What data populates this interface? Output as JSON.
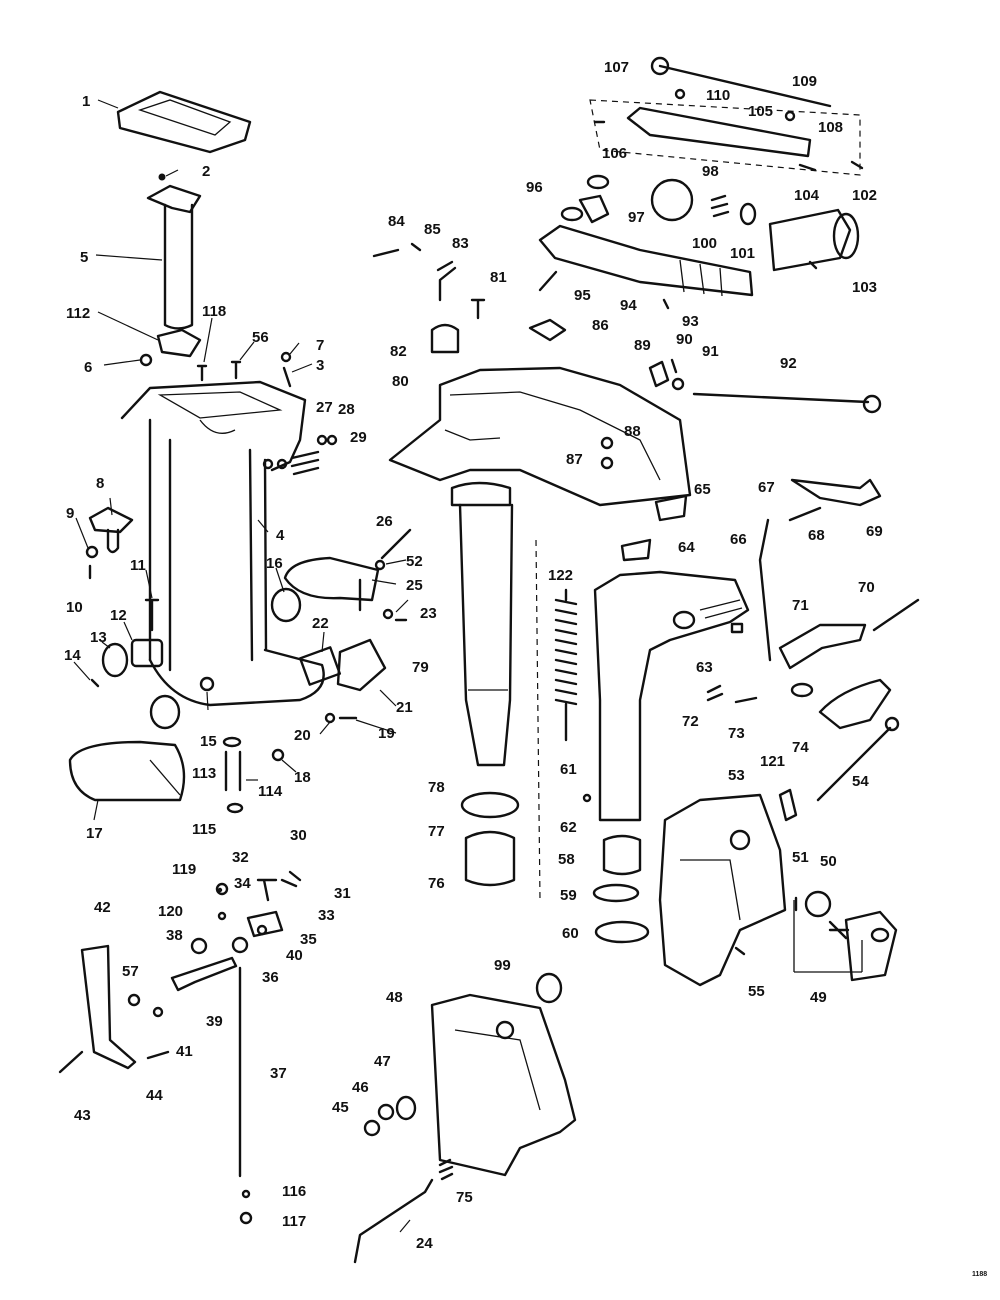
{
  "diagram": {
    "labels": [
      "1",
      "2",
      "5",
      "112",
      "118",
      "56",
      "7",
      "3",
      "6",
      "27",
      "28",
      "29",
      "8",
      "9",
      "10",
      "4",
      "16",
      "11",
      "12",
      "13",
      "14",
      "15",
      "113",
      "114",
      "115",
      "17",
      "18",
      "19",
      "20",
      "21",
      "22",
      "23",
      "25",
      "26",
      "52",
      "24",
      "30",
      "31",
      "32",
      "33",
      "34",
      "35",
      "36",
      "37",
      "38",
      "39",
      "40",
      "41",
      "42",
      "43",
      "44",
      "45",
      "46",
      "47",
      "48",
      "57",
      "75",
      "99",
      "116",
      "117",
      "119",
      "120",
      "76",
      "77",
      "78",
      "79",
      "80",
      "81",
      "82",
      "83",
      "84",
      "85",
      "86",
      "87",
      "88",
      "89",
      "90",
      "91",
      "92",
      "93",
      "94",
      "95",
      "96",
      "97",
      "98",
      "100",
      "101",
      "102",
      "103",
      "104",
      "105",
      "106",
      "107",
      "108",
      "109",
      "110",
      "122",
      "61",
      "62",
      "58",
      "59",
      "60",
      "63",
      "64",
      "65",
      "66",
      "67",
      "68",
      "69",
      "70",
      "71",
      "72",
      "73",
      "74",
      "53",
      "54",
      "55",
      "49",
      "50",
      "51",
      "121"
    ],
    "code": "1188"
  }
}
